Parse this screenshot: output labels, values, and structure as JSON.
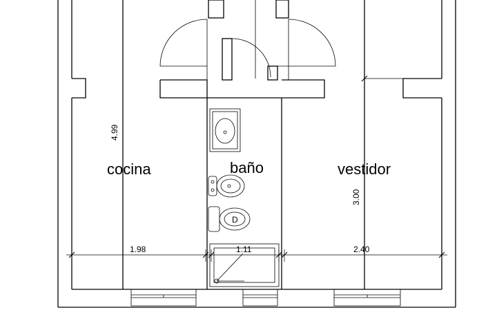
{
  "rooms": {
    "kitchen": "cocina",
    "bathroom": "baño",
    "dressing": "vestidor"
  },
  "dimensions": {
    "kitchen_width": "1.98",
    "bathroom_width": "1.11",
    "dressing_width": "2.40",
    "kitchen_height": "4.99",
    "dressing_height": "3.00"
  }
}
